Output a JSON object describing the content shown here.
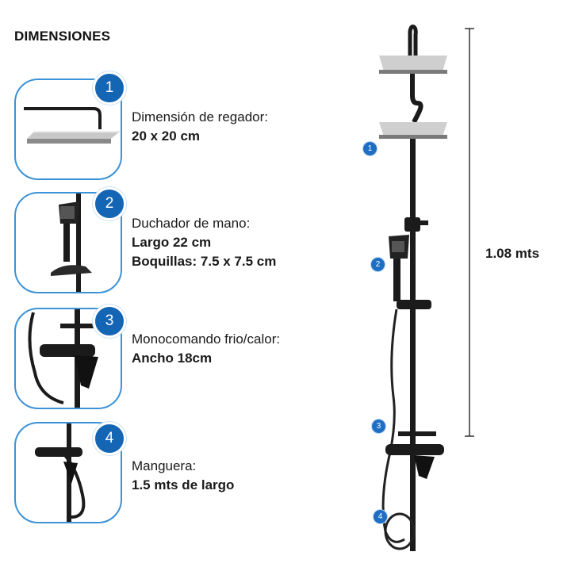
{
  "title": "DIMENSIONES",
  "items": [
    {
      "number": "1",
      "line1": "Dimensión de regador:",
      "line2_bold": "20 x 20 cm",
      "line2_rest": "",
      "line3_bold": "",
      "line3_rest": ""
    },
    {
      "number": "2",
      "line1": "Duchador de mano:",
      "line2_bold": "Largo 22 cm",
      "line2_rest": "",
      "line3_bold": "Boquillas:",
      "line3_rest": " 7.5 x 7.5 cm"
    },
    {
      "number": "3",
      "line1": "Monocomando frio/calor:",
      "line2_bold": "Ancho",
      "line2_rest": " 18cm",
      "line3_bold": "",
      "line3_rest": ""
    },
    {
      "number": "4",
      "line1": "Manguera:",
      "line2_bold": "1.5 mts de largo",
      "line2_rest": "",
      "line3_bold": "",
      "line3_rest": ""
    }
  ],
  "total_height": "1.08 mts",
  "colors": {
    "accent": "#1565b5",
    "border": "#3b92d6",
    "metal": "#1b1b1b"
  }
}
